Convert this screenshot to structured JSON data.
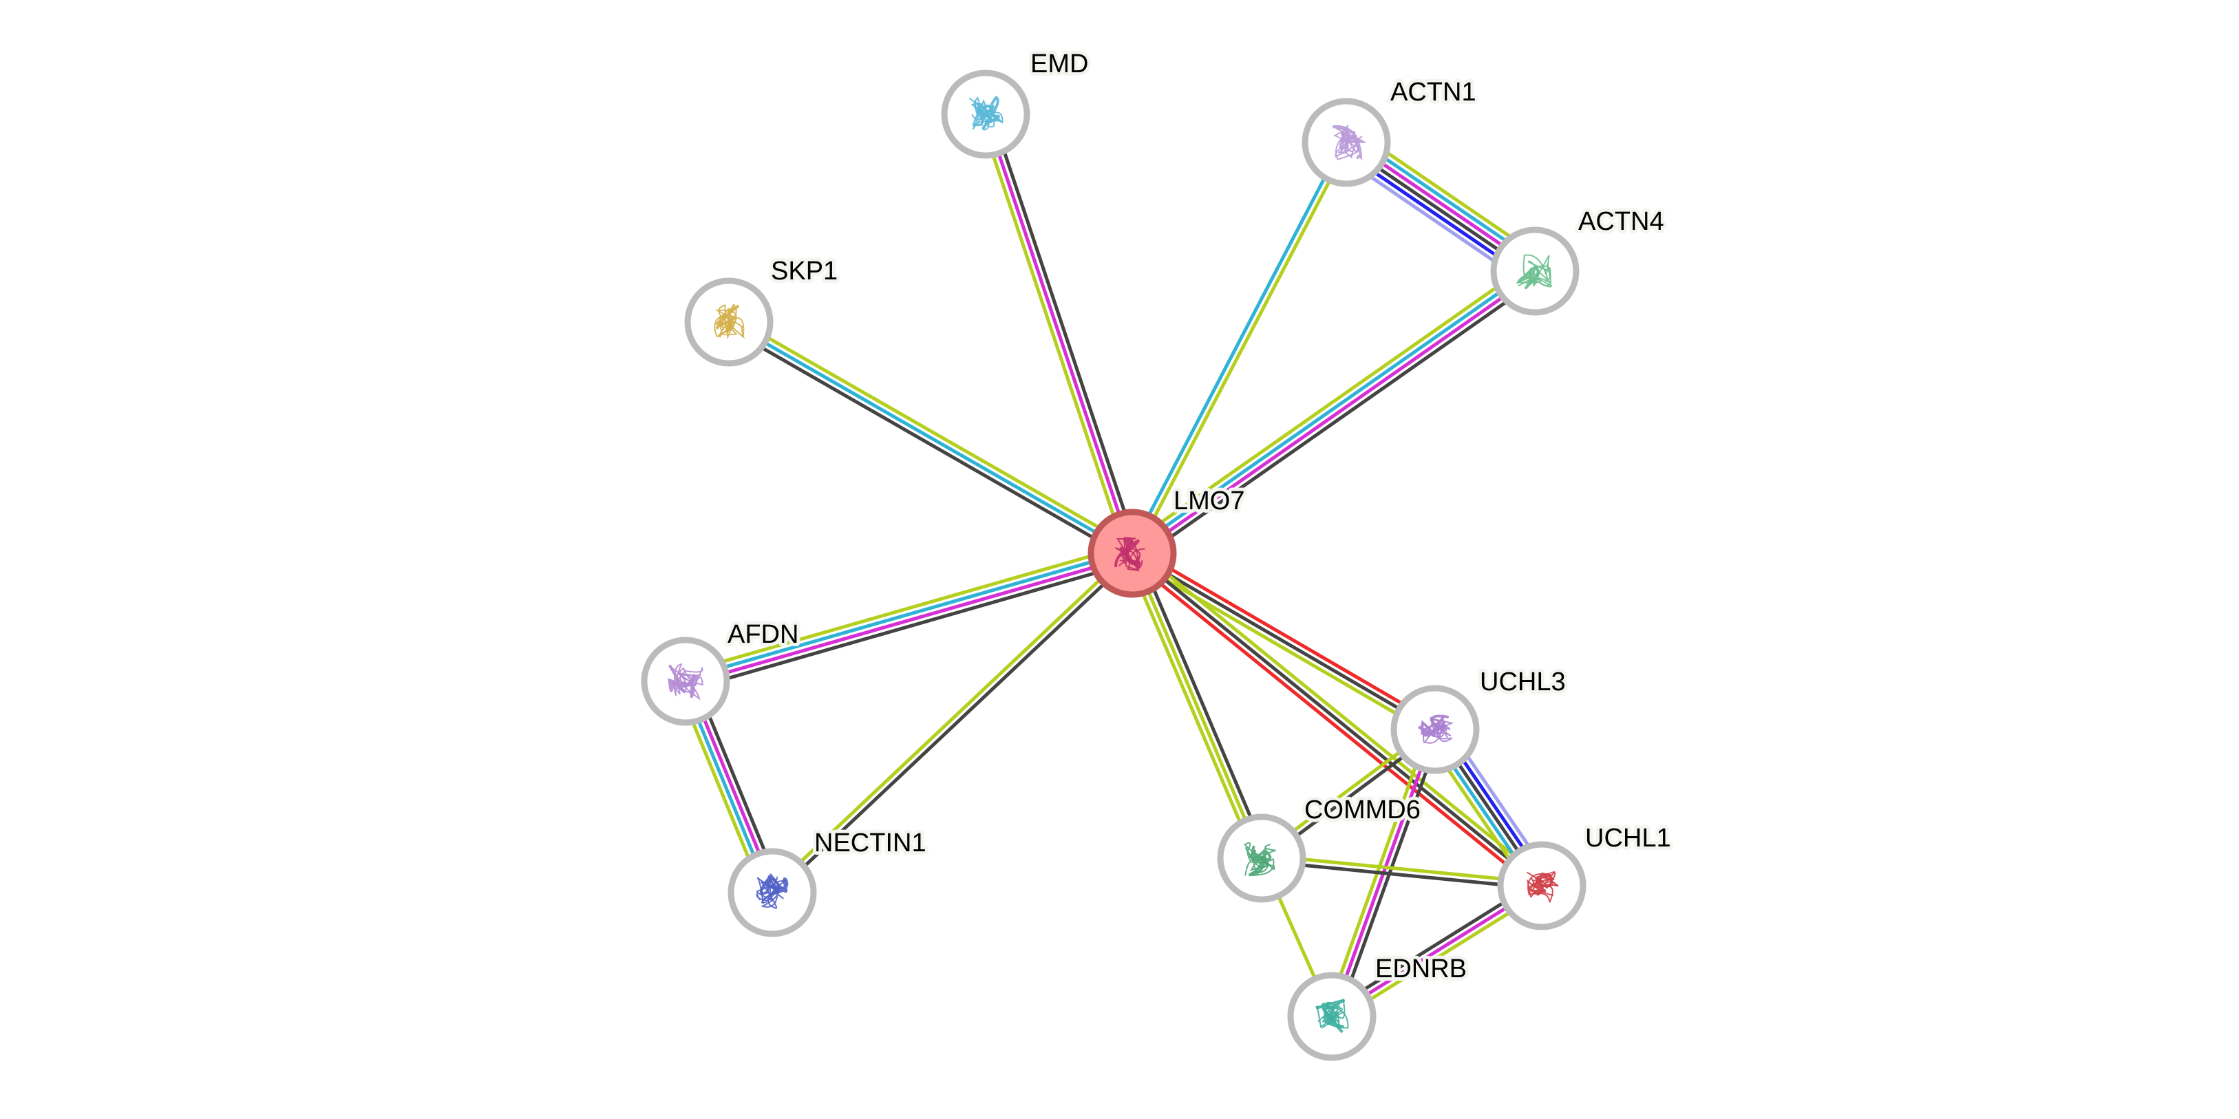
{
  "network": {
    "query_protein": "LMO7",
    "colors": {
      "textmining": "#b5cf1f",
      "experiments": "#d62fd6",
      "coexpression": "#444444",
      "databases": "#2eb3d6",
      "gene_fusion": "#f02a2a",
      "neighborhood": "#2222ee",
      "homology": "#a0a0f0",
      "query_fill": "#ff9a9a",
      "query_stroke": "#c05858",
      "node_stroke": "#bbbbbb"
    },
    "nodes": [
      {
        "id": "LMO7",
        "label": "LMO7",
        "query": true,
        "structure_color": "#c0306a"
      },
      {
        "id": "EMD",
        "label": "EMD",
        "query": false,
        "structure_color": "#5ab8d8"
      },
      {
        "id": "ACTN1",
        "label": "ACTN1",
        "query": false,
        "structure_color": "#b99ad8"
      },
      {
        "id": "ACTN4",
        "label": "ACTN4",
        "query": false,
        "structure_color": "#6cc090"
      },
      {
        "id": "SKP1",
        "label": "SKP1",
        "query": false,
        "structure_color": "#d4b04a"
      },
      {
        "id": "AFDN",
        "label": "AFDN",
        "query": false,
        "structure_color": "#b48ad4"
      },
      {
        "id": "NECTIN1",
        "label": "NECTIN1",
        "query": false,
        "structure_color": "#5060c8"
      },
      {
        "id": "UCHL3",
        "label": "UCHL3",
        "query": false,
        "structure_color": "#a880d0"
      },
      {
        "id": "COMMD6",
        "label": "COMMD6",
        "query": false,
        "structure_color": "#50a878"
      },
      {
        "id": "UCHL1",
        "label": "UCHL1",
        "query": false,
        "structure_color": "#d04048"
      },
      {
        "id": "EDNRB",
        "label": "EDNRB",
        "query": false,
        "structure_color": "#40b0a0"
      }
    ],
    "edges": [
      {
        "a": "LMO7",
        "b": "EMD",
        "channels": [
          "textmining",
          "experiments",
          "coexpression"
        ]
      },
      {
        "a": "LMO7",
        "b": "ACTN1",
        "channels": [
          "databases",
          "textmining"
        ]
      },
      {
        "a": "LMO7",
        "b": "ACTN4",
        "channels": [
          "textmining",
          "databases",
          "experiments",
          "coexpression"
        ]
      },
      {
        "a": "ACTN1",
        "b": "ACTN4",
        "channels": [
          "textmining",
          "databases",
          "experiments",
          "coexpression",
          "neighborhood",
          "homology"
        ]
      },
      {
        "a": "LMO7",
        "b": "SKP1",
        "channels": [
          "coexpression",
          "databases",
          "textmining"
        ]
      },
      {
        "a": "LMO7",
        "b": "AFDN",
        "channels": [
          "coexpression",
          "experiments",
          "databases",
          "textmining"
        ]
      },
      {
        "a": "AFDN",
        "b": "NECTIN1",
        "channels": [
          "coexpression",
          "experiments",
          "databases",
          "textmining"
        ]
      },
      {
        "a": "LMO7",
        "b": "NECTIN1",
        "channels": [
          "coexpression",
          "textmining"
        ]
      },
      {
        "a": "LMO7",
        "b": "UCHL3",
        "channels": [
          "gene_fusion",
          "coexpression",
          "textmining"
        ]
      },
      {
        "a": "LMO7",
        "b": "UCHL1",
        "channels": [
          "textmining",
          "coexpression",
          "gene_fusion"
        ]
      },
      {
        "a": "LMO7",
        "b": "COMMD6",
        "channels": [
          "coexpression",
          "textmining",
          "textmining"
        ]
      },
      {
        "a": "UCHL3",
        "b": "UCHL1",
        "channels": [
          "homology",
          "neighborhood",
          "coexpression",
          "databases",
          "textmining"
        ]
      },
      {
        "a": "UCHL3",
        "b": "COMMD6",
        "channels": [
          "coexpression",
          "textmining"
        ]
      },
      {
        "a": "UCHL3",
        "b": "EDNRB",
        "channels": [
          "coexpression",
          "experiments",
          "textmining"
        ]
      },
      {
        "a": "COMMD6",
        "b": "UCHL1",
        "channels": [
          "textmining",
          "coexpression"
        ]
      },
      {
        "a": "COMMD6",
        "b": "EDNRB",
        "channels": [
          "textmining"
        ]
      },
      {
        "a": "UCHL1",
        "b": "EDNRB",
        "channels": [
          "textmining",
          "experiments",
          "coexpression"
        ]
      }
    ]
  }
}
